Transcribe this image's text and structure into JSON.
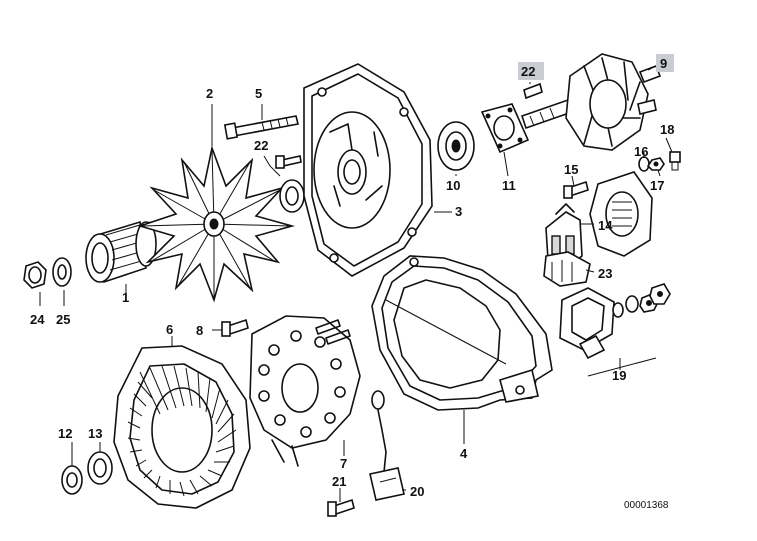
{
  "labels": {
    "p1": "1",
    "p2": "2",
    "p3": "3",
    "p4": "4",
    "p5": "5",
    "p6": "6",
    "p7": "7",
    "p8": "8",
    "p9": "9",
    "p10": "10",
    "p11": "11",
    "p12": "12",
    "p13": "13",
    "p14": "14",
    "p15": "15",
    "p16": "16",
    "p17": "17",
    "p18": "18",
    "p19": "19",
    "p20": "20",
    "p21": "21",
    "p22a": "22",
    "p22b": "22",
    "p23": "23",
    "p24": "24",
    "p25": "25"
  },
  "drawing_code": "00001368"
}
